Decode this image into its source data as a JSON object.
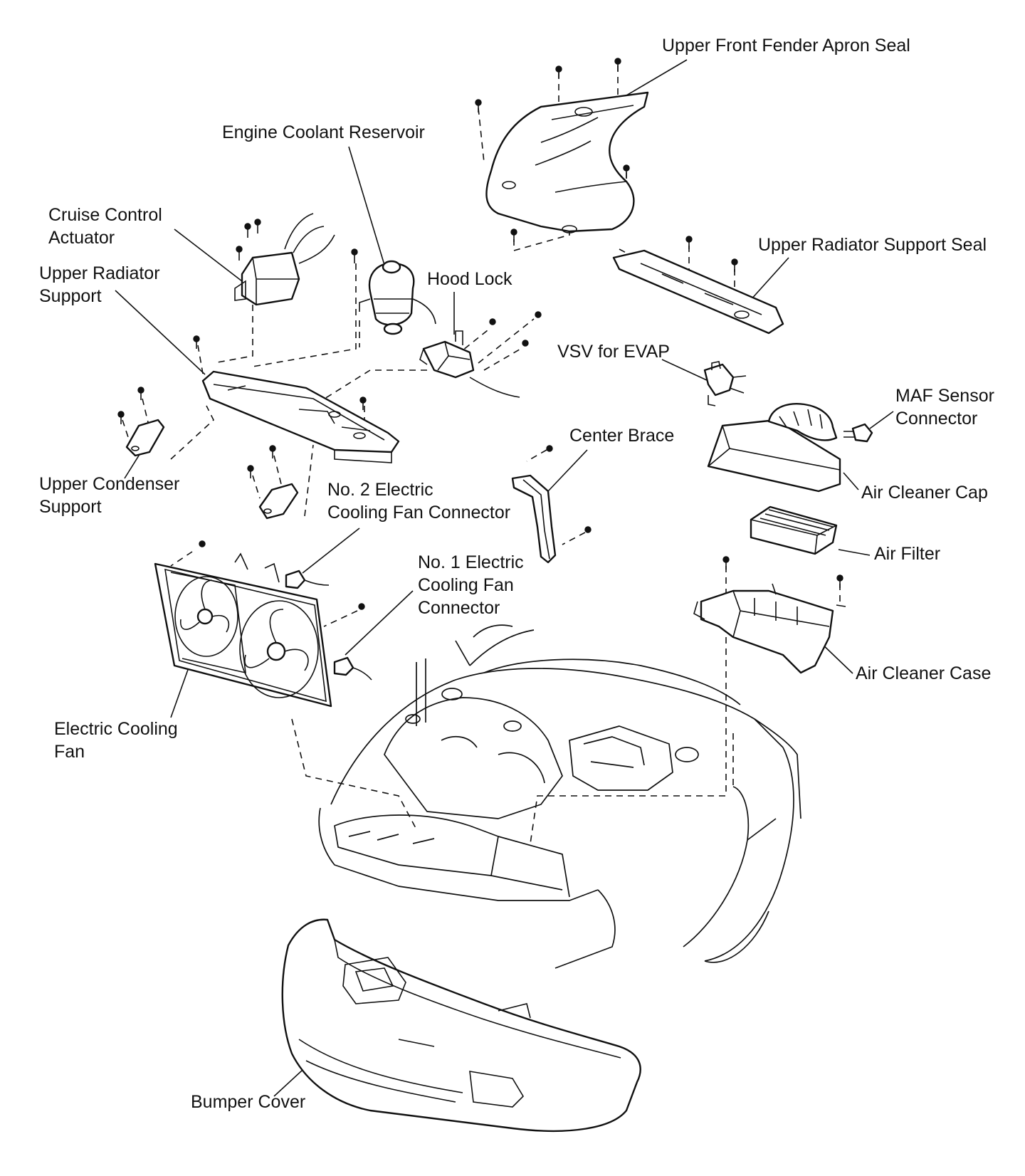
{
  "labels": {
    "upper_front_fender_apron_seal": "Upper Front Fender Apron Seal",
    "engine_coolant_reservoir": "Engine Coolant Reservoir",
    "cruise_control_actuator": [
      "Cruise Control",
      "Actuator"
    ],
    "upper_radiator_support": [
      "Upper Radiator",
      "Support"
    ],
    "upper_radiator_support_seal": "Upper Radiator Support Seal",
    "hood_lock": "Hood Lock",
    "vsv_for_evap": "VSV for EVAP",
    "maf_sensor_connector": [
      "MAF Sensor",
      "Connector"
    ],
    "center_brace": "Center Brace",
    "air_cleaner_cap": "Air Cleaner Cap",
    "upper_condenser_support": [
      "Upper Condenser",
      "Support"
    ],
    "no2_fan_connector": [
      "No. 2 Electric",
      "Cooling Fan Connector"
    ],
    "air_filter": "Air Filter",
    "no1_fan_connector": [
      "No. 1 Electric",
      "Cooling Fan",
      "Connector"
    ],
    "air_cleaner_case": "Air Cleaner Case",
    "electric_cooling_fan": [
      "Electric Cooling",
      "Fan"
    ],
    "bumper_cover": "Bumper Cover"
  }
}
